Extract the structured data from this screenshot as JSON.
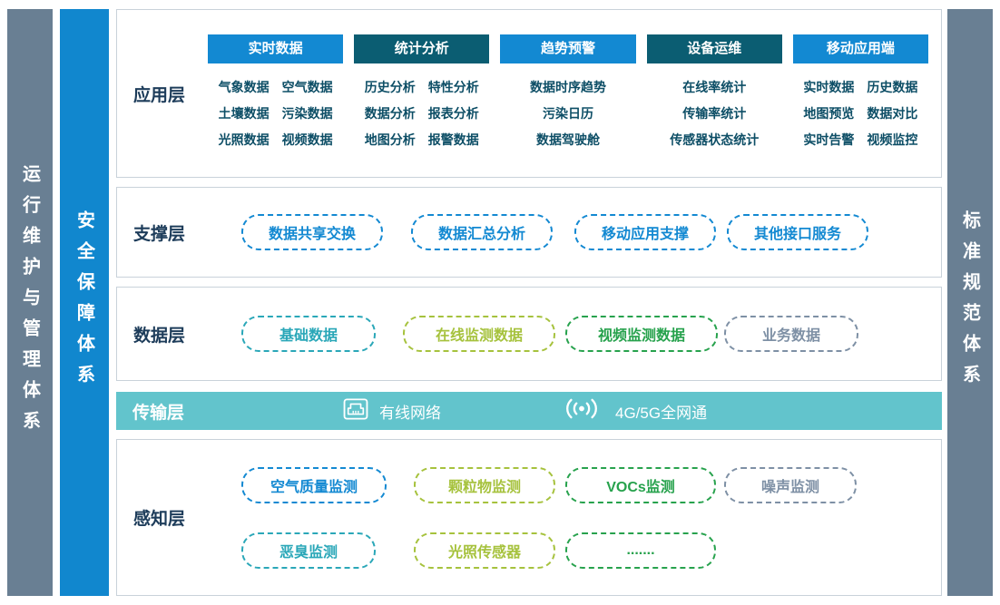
{
  "pillars": {
    "operations": "运行维护与管理体系",
    "security": "安全保障体系",
    "standards": "标准规范体系"
  },
  "palette": {
    "blue": "#1389d2",
    "dark_teal": "#0b5d72",
    "teal": "#2aa7b8",
    "lime": "#a6c23d",
    "green": "#27a24d",
    "gray": "#7e90a5",
    "transport_bar": "#62c4cc",
    "pillar_gray": "#697f93",
    "pillar_blue": "#1187ce"
  },
  "layers": {
    "application": {
      "label": "应用层",
      "columns": [
        {
          "header": "实时数据",
          "rows": [
            "气象数据　空气数据",
            "土壤数据　污染数据",
            "光照数据　视频数据"
          ]
        },
        {
          "header": "统计分析",
          "rows": [
            "历史分析　特性分析",
            "数据分析　报表分析",
            "地图分析　报警数据"
          ]
        },
        {
          "header": "趋势预警",
          "rows": [
            "数据时序趋势",
            "污染日历",
            "数据驾驶舱"
          ]
        },
        {
          "header": "设备运维",
          "rows": [
            "在线率统计",
            "传输率统计",
            "传感器状态统计"
          ]
        },
        {
          "header": "移动应用端",
          "rows": [
            "实时数据　历史数据",
            "地图预览　数据对比",
            "实时告警　视频监控"
          ]
        }
      ]
    },
    "support": {
      "label": "支撑层",
      "items": [
        {
          "label": "数据共享交换"
        },
        {
          "label": "数据汇总分析"
        },
        {
          "label": "移动应用支撑"
        },
        {
          "label": "其他接口服务"
        }
      ]
    },
    "data": {
      "label": "数据层",
      "items": [
        {
          "label": "基础数据",
          "color": "teal"
        },
        {
          "label": "在线监测数据",
          "color": "lime"
        },
        {
          "label": "视频监测数据",
          "color": "green"
        },
        {
          "label": "业务数据",
          "color": "gray"
        }
      ]
    },
    "transport": {
      "label": "传输层",
      "items": [
        {
          "label": "有线网络",
          "icon": "wired-network-icon"
        },
        {
          "label": "4G/5G全网通",
          "icon": "wireless-signal-icon"
        }
      ]
    },
    "perception": {
      "label": "感知层",
      "row1": [
        {
          "label": "空气质量监测",
          "color": "blue"
        },
        {
          "label": "颗粒物监测",
          "color": "lime"
        },
        {
          "label": "VOCs监测",
          "color": "green"
        },
        {
          "label": "噪声监测",
          "color": "gray"
        }
      ],
      "row2": [
        {
          "label": "恶臭监测",
          "color": "teal"
        },
        {
          "label": "光照传感器",
          "color": "lime"
        },
        {
          "label": ".......",
          "color": "green"
        }
      ]
    }
  }
}
